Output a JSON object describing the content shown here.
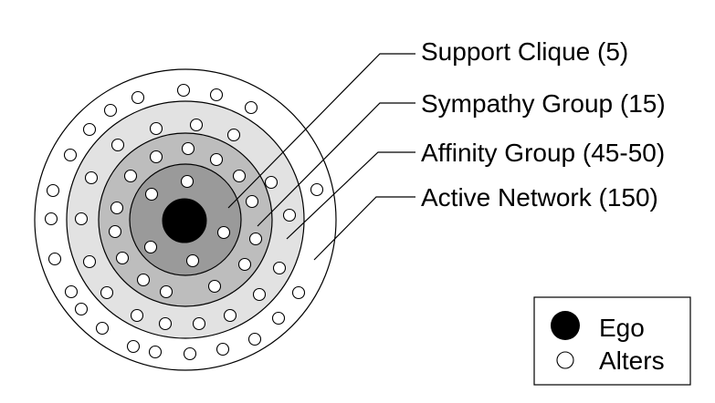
{
  "layers": [
    {
      "label": "Support Clique (5)",
      "color": "#9a9a9a"
    },
    {
      "label": "Sympathy Group (15)",
      "color": "#bdbdbd"
    },
    {
      "label": "Affinity Group (45-50)",
      "color": "#e2e2e2"
    },
    {
      "label": "Active Network (150)",
      "color": "#ffffff"
    }
  ],
  "ego_color": "#000000",
  "legend": {
    "ego_label": "Ego",
    "alters_label": "Alters"
  }
}
